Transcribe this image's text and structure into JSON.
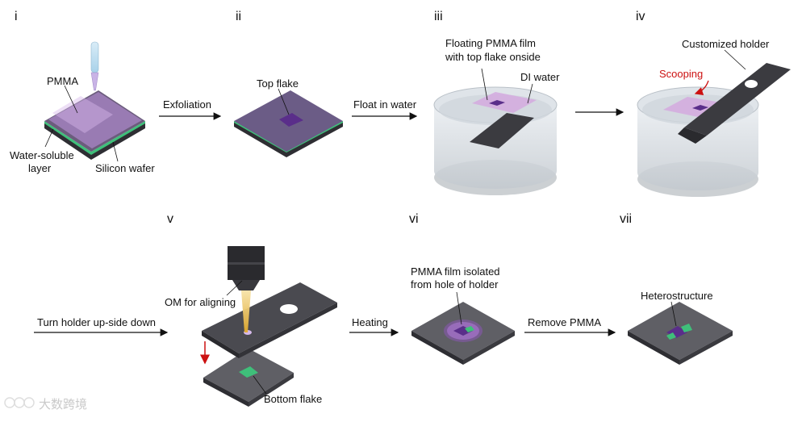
{
  "steps": {
    "s1": "i",
    "s2": "ii",
    "s3": "iii",
    "s4": "iv",
    "s5": "v",
    "s6": "vi",
    "s7": "vii"
  },
  "panel_i": {
    "pmma": "PMMA",
    "water_soluble_line1": "Water-soluble",
    "water_soluble_line2": "layer",
    "silicon_wafer": "Silicon wafer"
  },
  "arrows": {
    "exfoliation": "Exfoliation",
    "float_in_water": "Float in water",
    "turn_holder": "Turn holder up-side down",
    "heating": "Heating",
    "remove_pmma": "Remove PMMA"
  },
  "panel_ii": {
    "top_flake": "Top flake"
  },
  "panel_iii": {
    "floating_line1": "Floating PMMA film",
    "floating_line2": "with top flake onside",
    "di_water": "DI water"
  },
  "panel_iv": {
    "customized_holder": "Customized holder",
    "scooping": "Scooping"
  },
  "panel_v": {
    "om_aligning": "OM for aligning",
    "bottom_flake": "Bottom flake"
  },
  "panel_vi": {
    "isolated_line1": "PMMA film isolated",
    "isolated_line2": "from hole of holder"
  },
  "panel_vii": {
    "heterostructure": "Heterostructure"
  },
  "watermark": "大数跨境",
  "colors": {
    "wafer_top": "#5f5f65",
    "wafer_side": "#2e2e33",
    "pmma": "#b48ad0",
    "flake": "#5a2e8a",
    "green_flake": "#3fbf7a",
    "accent_red": "#cc1111"
  }
}
